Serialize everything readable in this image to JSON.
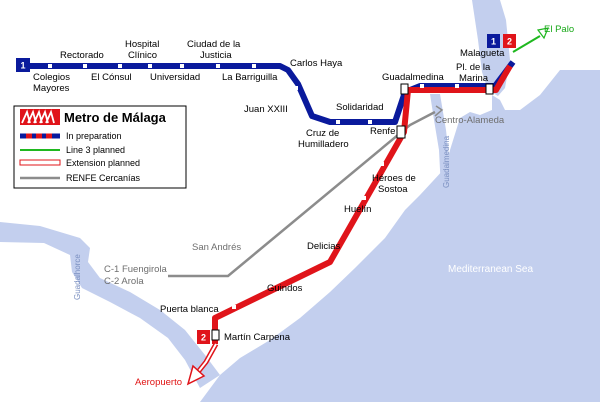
{
  "colors": {
    "land": "#ffffff",
    "water": "#c3cfee",
    "line1": "#0a1a9c",
    "line2": "#e0141a",
    "line3": "#1fb81f",
    "renfe": "#8c8c8c",
    "legend_border": "#000000"
  },
  "legend": {
    "title": "Metro de Málaga",
    "logo_icon": "metro-logo-icon",
    "items": [
      {
        "label": "In preparation"
      },
      {
        "label": "Line  3  planned"
      },
      {
        "label": "Extension planned"
      },
      {
        "label": "RENFE Cercanías"
      }
    ]
  },
  "badges": {
    "line1_west": "1",
    "line1_east": "1",
    "line2_east": "2",
    "line2_south": "2"
  },
  "stations": {
    "colegios": "Colegios",
    "mayores": "Mayores",
    "rectorado": "Rectorado",
    "el_consul": "El Cónsul",
    "hospital": "Hospital",
    "clinico": "Clínico",
    "universidad": "Universidad",
    "ciudad_de_la": "Ciudad de la",
    "justicia": "Justicia",
    "la_barriguilla": "La Barriguilla",
    "carlos_haya": "Carlos Haya",
    "juan_xxiii": "Juan XXIII",
    "cruz_de": "Cruz de",
    "humilladero": "Humilladero",
    "solidaridad": "Solidaridad",
    "guadalmedina": "Guadalmedina",
    "pl_de_la": "Pl. de la",
    "marina": "Marina",
    "malagueta": "Malagueta",
    "renfe": "Renfe",
    "heroes_de": "Héroes de",
    "sostoa": "Sostoa",
    "huelin": "Huelín",
    "delicias": "Delicias",
    "guindos": "Guindos",
    "puerta_blanca": "Puerta blanca",
    "martin_carpena": "Martín Carpena"
  },
  "extensions": {
    "el_palo": "El Palo",
    "aeropuerto": "Aeropuerto"
  },
  "renfe_labels": {
    "centro_alameda": "Centro-Alameda",
    "san_andres": "San Andrés",
    "c1": "C-1 Fuengirola",
    "c2": "C-2 Arola"
  },
  "geography": {
    "sea": "Mediterranean Sea",
    "river_guadalhorce": "Guadalhorce",
    "river_guadalmedina": "Guadalmedina"
  }
}
